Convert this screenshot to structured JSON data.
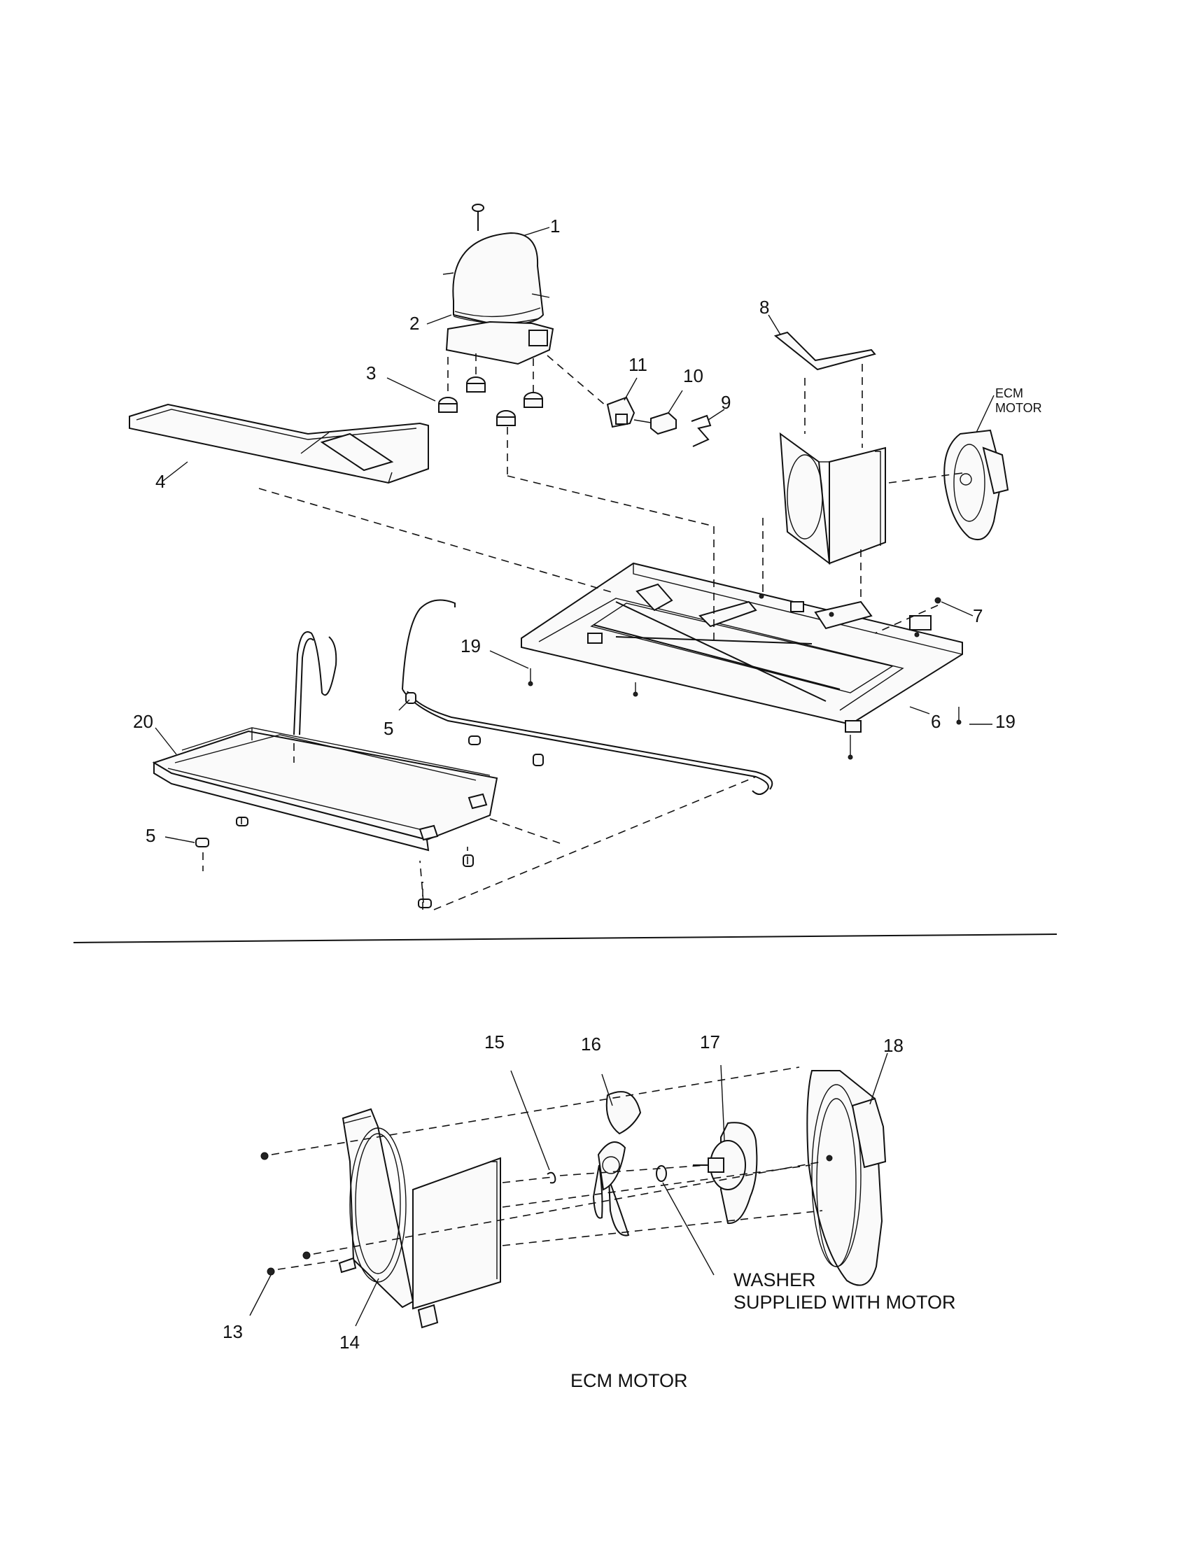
{
  "callouts": {
    "c1": "1",
    "c2": "2",
    "c3": "3",
    "c4": "4",
    "c5a": "5",
    "c5b": "5",
    "c6": "6",
    "c7": "7",
    "c8": "8",
    "c9": "9",
    "c10": "10",
    "c11": "11",
    "c13": "13",
    "c14": "14",
    "c15": "15",
    "c16": "16",
    "c17": "17",
    "c18": "18",
    "c19a": "19",
    "c19b": "19",
    "c20": "20"
  },
  "labels": {
    "ecm_motor_tag_line1": "ECM",
    "ecm_motor_tag_line2": "MOTOR",
    "washer_line1": "WASHER",
    "washer_line2": "SUPPLIED WITH MOTOR",
    "section_caption": "ECM MOTOR"
  }
}
